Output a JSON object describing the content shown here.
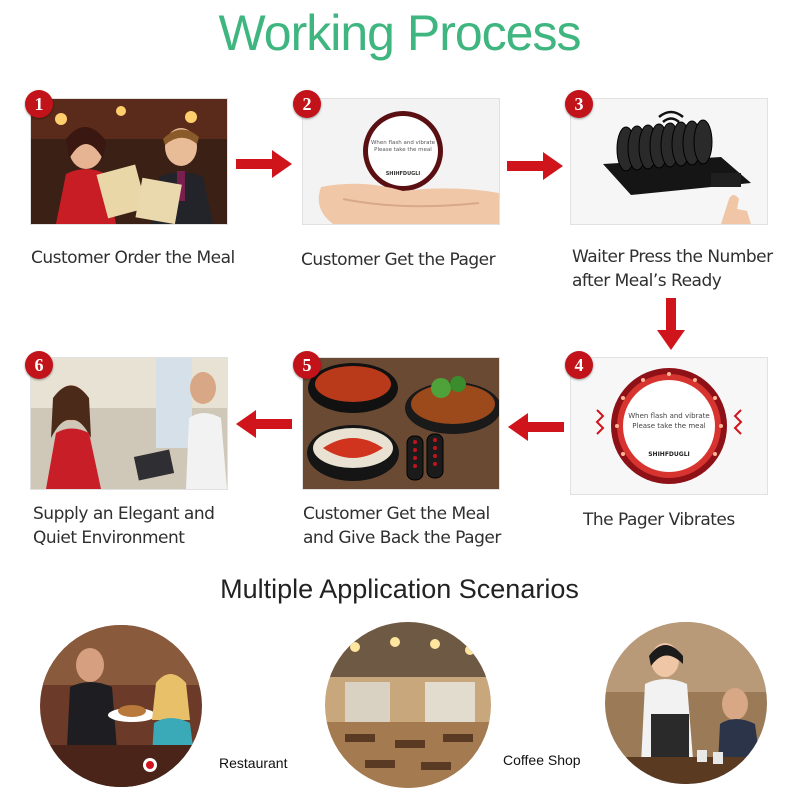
{
  "title": "Working Process",
  "steps": [
    {
      "num": "1",
      "lines": [
        "Customer Order the Meal"
      ]
    },
    {
      "num": "2",
      "lines": [
        "Customer Get the Pager"
      ]
    },
    {
      "num": "3",
      "lines": [
        "Waiter Press the Number",
        "after Meal’s Ready"
      ]
    },
    {
      "num": "4",
      "lines": [
        "The Pager Vibrates"
      ]
    },
    {
      "num": "5",
      "lines": [
        "Customer Get the Meal",
        "and Give Back the Pager"
      ]
    },
    {
      "num": "6",
      "lines": [
        "Supply an Elegant and",
        "Quiet Environment"
      ]
    }
  ],
  "pager_text": {
    "line1": "When flash and vibrate",
    "line2": "Please take the meal",
    "brand": "SHIHFDUGLI"
  },
  "scenarios_title": "Multiple Application Scenarios",
  "scenarios": [
    {
      "label": "Restaurant"
    },
    {
      "label": "Coffee Shop"
    }
  ],
  "colors": {
    "title_green": "#3fb57f",
    "badge_red": "#c2121a",
    "arrow_red": "#d0141c"
  }
}
